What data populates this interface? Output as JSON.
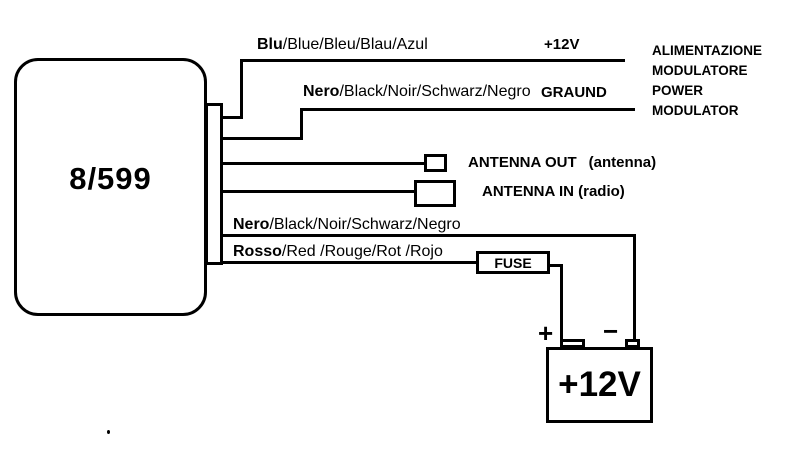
{
  "device": {
    "label": "8/599"
  },
  "wires": {
    "blue": {
      "bold": "Blu",
      "rest": "/Blue/Bleu/Blau/Azul",
      "tag": "+12V"
    },
    "black_top": {
      "bold": "Nero",
      "rest": "/Black/Noir/Schwarz/Negro",
      "tag": "GRAUND"
    },
    "antenna_out": {
      "label": "ANTENNA OUT",
      "note": "(antenna)"
    },
    "antenna_in": {
      "label": "ANTENNA IN (radio)"
    },
    "black_bottom": {
      "bold": "Nero",
      "rest": "/Black/Noir/Schwarz/Negro"
    },
    "red": {
      "bold": "Rosso",
      "rest": "/Red /Rouge/Rot /Rojo"
    }
  },
  "fuse": {
    "label": "FUSE"
  },
  "annotation": {
    "lines": [
      "ALIMENTAZIONE",
      "MODULATORE",
      "POWER",
      "MODULATOR"
    ]
  },
  "battery": {
    "label": "+12V",
    "plus": "+",
    "minus": "−"
  },
  "colors": {
    "ink": "#000000",
    "background": "#ffffff"
  }
}
